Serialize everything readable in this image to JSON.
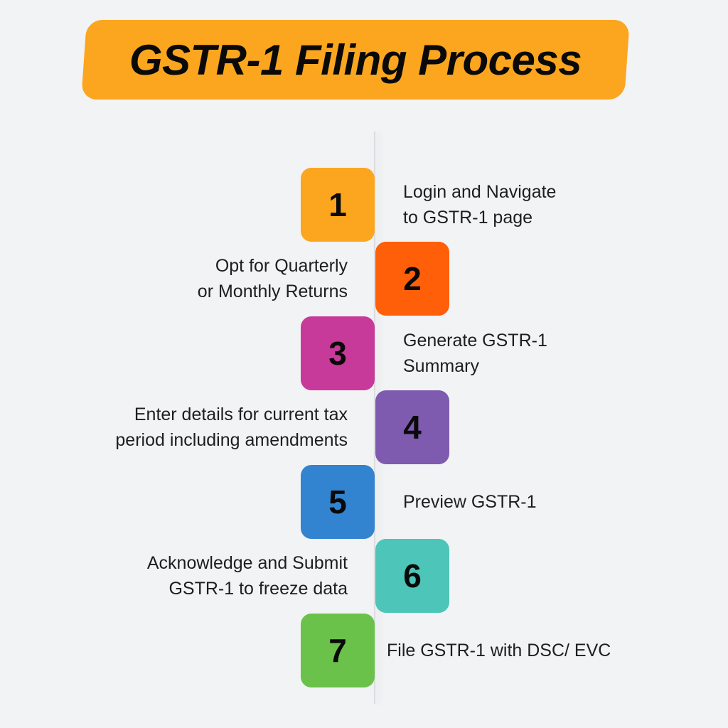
{
  "title": "GSTR-1 Filing Process",
  "steps": [
    {
      "number": "1",
      "lines": [
        "Login and Navigate",
        "to GSTR-1 page"
      ],
      "color": "#fba61e"
    },
    {
      "number": "2",
      "lines": [
        "Opt for Quarterly",
        "or Monthly Returns"
      ],
      "color": "#fe5f08"
    },
    {
      "number": "3",
      "lines": [
        "Generate GSTR-1",
        "Summary"
      ],
      "color": "#c83a99"
    },
    {
      "number": "4",
      "lines": [
        "Enter details for current tax",
        "period including amendments"
      ],
      "color": "#7e5baf"
    },
    {
      "number": "5",
      "lines": [
        "Preview GSTR-1"
      ],
      "color": "#3384d0"
    },
    {
      "number": "6",
      "lines": [
        "Acknowledge and Submit",
        "GSTR-1 to freeze data"
      ],
      "color": "#4dc5b8"
    },
    {
      "number": "7",
      "lines": [
        "File GSTR-1 with DSC/ EVC"
      ],
      "color": "#6bc24a"
    }
  ]
}
